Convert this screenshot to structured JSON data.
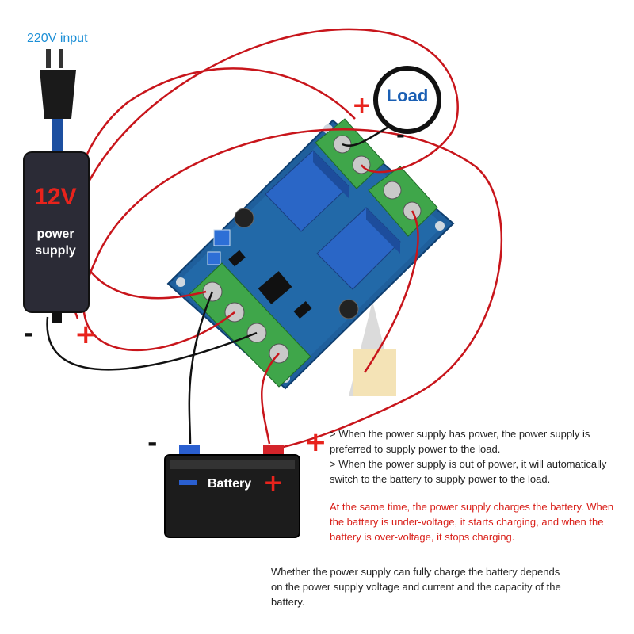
{
  "input": {
    "label": "220V input"
  },
  "power_supply": {
    "voltage": "12V",
    "line1": "power",
    "line2": "supply"
  },
  "load": {
    "label": "Load",
    "plus": "+",
    "minus": "-"
  },
  "supply_terminals": {
    "minus": "-",
    "plus": "+"
  },
  "battery": {
    "label": "Battery",
    "minus": "-",
    "plus": "+",
    "face_plus": "+"
  },
  "notes": {
    "line1": "> When the power supply has power, the power supply is",
    "line2": "preferred to supply power to the load.",
    "line3": "> When the power supply is out of power, it will automatically",
    "line4": "switch to the battery to supply power to the load.",
    "red_line1": "At the same time, the power supply charges the battery. When",
    "red_line2": "the battery is under-voltage, it starts charging, and when the",
    "red_line3": "battery is over-voltage, it stops charging.",
    "bottom_line1": "Whether the power supply can fully charge the battery depends",
    "bottom_line2": "on the power supply voltage and current and the capacity of the",
    "bottom_line3": "battery."
  },
  "colors": {
    "wire_red": "#c8151b",
    "wire_black": "#111111",
    "pcb_blue": "#1f5f9c",
    "terminal_green": "#3fa64a",
    "relay_blue": "#2560b8",
    "label_blue": "#1c8fd6"
  }
}
